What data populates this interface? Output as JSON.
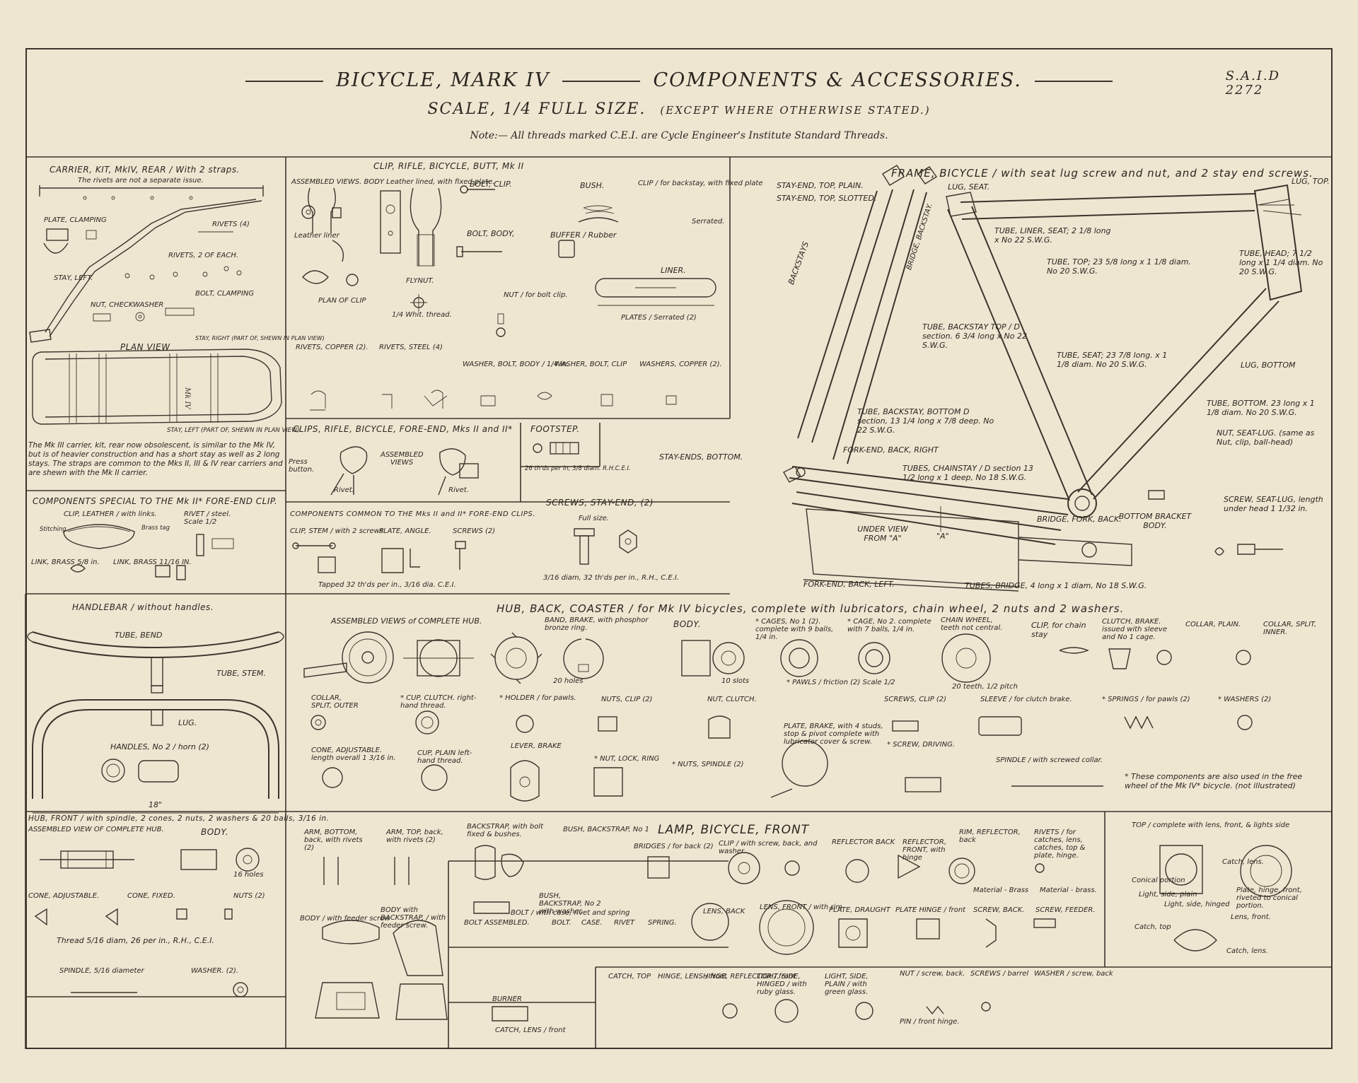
{
  "header": {
    "title_left": "BICYCLE, MARK IV",
    "title_right": "COMPONENTS & ACCESSORIES.",
    "scale": "SCALE, 1/4 FULL SIZE.",
    "scale_exception": "(EXCEPT WHERE OTHERWISE STATED.)",
    "note": "Note:— All threads marked C.E.I. are Cycle Engineer's Institute Standard Threads.",
    "ref_line1": "S.A.I.D",
    "ref_line2": "2272"
  },
  "carrier": {
    "title": "CARRIER, KIT, MkIV, REAR / With 2 straps.",
    "rivets_note": "The rivets are not a separate issue.",
    "labels": [
      "PLATE, CLAMPING",
      "RIVETS (4)",
      "RIVETS, 2 OF EACH.",
      "STAY, LEFT.",
      "NUT, CHECK",
      "WASHER",
      "BOLT, CLAMPING",
      "PLAN VIEW",
      "STAY, RIGHT (PART OF, SHEWN IN PLAN VIEW)",
      "STAY, LEFT (PART OF, SHEWN IN PLAN VIEW)"
    ],
    "footnote": "The Mk III carrier, kit, rear now obsolescent, is similar to the Mk IV, but is of heavier construction and has a short stay as well as 2 long stays. The straps are common to the Mks II, III & IV rear carriers and are shewn with the Mk II carrier."
  },
  "clip_rifle": {
    "title": "CLIP, RIFLE, BICYCLE, BUTT, Mk II",
    "labels": [
      "ASSEMBLED VIEWS. BODY Leather lined, with fixed plate.",
      "BOLT, CLIP.",
      "BUSH.",
      "CLIP / for backstay, with fixed plate",
      "Serrated.",
      "BOLT, BODY,",
      "BUFFER / Rubber",
      "Leather liner",
      "PLAN OF CLIP",
      "FLYNUT.",
      "1/4 Whit. thread.",
      "LINER.",
      "NUT / for bolt clip.",
      "PLATES / Serrated (2)",
      "RIVETS, COPPER (2).",
      "RIVETS, STEEL (4)",
      "WASHER, BOLT, BODY / 1/4 in.",
      "WASHER, BOLT, CLIP",
      "WASHERS, COPPER (2)."
    ]
  },
  "frame": {
    "title": "FRAME, BICYCLE / with seat lug screw and nut, and 2 stay end screws.",
    "labels": [
      "STAY-END, TOP, PLAIN.",
      "STAY-END, TOP, SLOTTED.",
      "LUG, SEAT.",
      "LUG, TOP.",
      "TUBE, LINER, SEAT; 2 1/8 long x No 22 S.W.G.",
      "TUBE, HEAD; 7 1/2 long x 1 1/4 diam. No 20 S.W.G.",
      "TUBE, TOP; 23 5/8 long x 1 1/8 diam. No 20 S.W.G.",
      "BACKSTAYS",
      "BRIDGE, BACKSTAY.",
      "TUBE, BACKSTAY TOP / D section. 6 3/4 long x No 22 S.W.G.",
      "TUBE, SEAT; 23 7/8 long. x 1 1/8 diam. No 20 S.W.G.",
      "LUG, BOTTOM",
      "TUBE, BACKSTAY, BOTTOM D section, 13 1/4 long x 7/8 deep. No 22 S.W.G.",
      "TUBE, BOTTOM. 23 long x 1 1/8 diam. No 20 S.W.G.",
      "FORK-END, BACK, RIGHT",
      "STAY-ENDS, BOTTOM.",
      "TUBES, CHAINSTAY / D section 13 1/2 long x 1 deep, No 18 S.W.G.",
      "NUT, SEAT-LUG. (same as Nut, clip, ball-head)",
      "UNDER VIEW FROM \"A\"",
      "\"A\"",
      "BRIDGE, FORK, BACK.",
      "BOTTOM BRACKET BODY.",
      "SCREW, SEAT-LUG, length under head 1 1/32 in.",
      "FORK-END, BACK, LEFT.",
      "TUBES, BRIDGE, 4 long x 1 diam, No 18 S.W.G."
    ]
  },
  "clips_fore": {
    "title": "CLIPS, RIFLE, BICYCLE, FORE-END, Mks II and II*",
    "labels": [
      "Press button.",
      "ASSEMBLED VIEWS",
      "Rivet.",
      "Rivet."
    ]
  },
  "footstep": {
    "title": "FOOTSTEP.",
    "note": "26 th'ds per in, 3/8 diam. R.H.C.E.I."
  },
  "screws_stay": {
    "title": "SCREWS, STAY-END, (2)",
    "labels": [
      "Full size.",
      "3/16 diam, 32 th'ds per in., R.H., C.E.I."
    ]
  },
  "special": {
    "title": "COMPONENTS SPECIAL TO THE Mk II* FORE-END CLIP.",
    "labels": [
      "CLIP, LEATHER / with links.",
      "Stitching",
      "Brass tag",
      "RIVET / steel. Scale 1/2",
      "LINK, BRASS 5/8 in.",
      "LINK, BRASS 11/16 IN."
    ]
  },
  "common": {
    "title": "COMPONENTS COMMON TO THE Mks II and II* FORE-END CLIPS.",
    "labels": [
      "CLIP, STEM / with 2 screws.",
      "PLATE, ANGLE.",
      "SCREWS (2)",
      "Tapped 32 th'ds per in., 3/16 dia. C.E.I."
    ]
  },
  "handlebar": {
    "title": "HANDLEBAR / without handles.",
    "labels": [
      "TUBE, BEND",
      "TUBE, STEM.",
      "LUG.",
      "HANDLES, No 2 / horn (2)",
      "18\""
    ]
  },
  "hub_back": {
    "title": "HUB, BACK, COASTER / for Mk IV bicycles, complete with lubricators, chain wheel, 2 nuts and 2 washers.",
    "labels": [
      "ASSEMBLED VIEWS of COMPLETE HUB.",
      "BAND, BRAKE, with phosphor bronze ring.",
      "BODY.",
      "* CAGES, No 1 (2). complete with 9 balls, 1/4 in.",
      "* CAGE, No 2. complete with 7 balls, 1/4 in.",
      "CHAIN WHEEL, teeth not central.",
      "CLIP, for chain stay",
      "CLUTCH, BRAKE. issued with sleeve and No 1 cage.",
      "COLLAR, PLAIN.",
      "COLLAR, SPLIT, INNER.",
      "COLLAR, SPLIT, OUTER",
      "* CUP, CLUTCH. right-hand thread.",
      "* HOLDER / for pawls.",
      "NUTS, CLIP (2)",
      "NUT, CLUTCH.",
      "PLATE, BRAKE, with 4 studs, stop & pivot complete with lubricator cover & screw.",
      "SCREWS, CLIP (2)",
      "SLEEVE / for clutch brake.",
      "* SPRINGS / for pawls (2)",
      "* WASHERS (2)",
      "CONE, ADJUSTABLE. length overall 1 3/16 in.",
      "CUP, PLAIN left-hand thread.",
      "LEVER, BRAKE",
      "* NUT, LOCK, RING",
      "* NUTS, SPINDLE (2)",
      "* SCREW, DRIVING.",
      "SPINDLE / with screwed collar.",
      "* These components are also used in the free wheel of the Mk IV* bicycle. (not illustrated)",
      "20 holes",
      "10 slots",
      "20 teeth, 1/2 pitch",
      "* PAWLS / friction (2) Scale 1/2"
    ]
  },
  "hub_front": {
    "title": "HUB, FRONT / with spindle, 2 cones, 2 nuts, 2 washers & 20 balls, 3/16 in.",
    "labels": [
      "ASSEMBLED VIEW OF COMPLETE HUB.",
      "BODY.",
      "CONE, ADJUSTABLE.",
      "CONE, FIXED.",
      "NUTS (2)",
      "Thread 5/16 diam, 26 per in., R.H., C.E.I.",
      "SPINDLE, 5/16 diameter",
      "WASHER. (2).",
      "16 holes"
    ]
  },
  "lamp": {
    "title": "LAMP, BICYCLE, FRONT",
    "labels": [
      "ARM, BOTTOM, back, with rivets (2)",
      "ARM, TOP, back, with rivets (2)",
      "BACKSTRAP, with bolt fixed & bushes.",
      "BUSH, BACKSTRAP, No 1",
      "BRIDGES / for back (2)",
      "CLIP / with screw, back, and washer",
      "REFLECTOR BACK",
      "REFLECTOR, FRONT, with hinge",
      "RIM, REFLECTOR, back",
      "RIVETS / for catches, lens, catches, top & plate, hinge.",
      "TOP / complete with lens, front, & lights side",
      "BODY / with feeder screw",
      "BODY with BACKSTRAP, / with feeder screw.",
      "BUSH, BACKSTRAP, No 2 with washer.",
      "BOLT / with case, rivet and spring",
      "BOLT ASSEMBLED.",
      "BOLT.",
      "CASE.",
      "RIVET",
      "SPRING.",
      "LENS, BACK",
      "LENS, FRONT / with rim",
      "PLATE, DRAUGHT",
      "PLATE HINGE / front",
      "SCREW, BACK.",
      "SCREW, FEEDER.",
      "BURNER",
      "CATCH, TOP",
      "HINGE, LENS / front",
      "HINGE, REFLECTOR / front",
      "LIGHT, SIDE, HINGED / with ruby glass.",
      "LIGHT, SIDE, PLAIN / with green glass.",
      "NUT / screw, back.",
      "PIN / front hinge.",
      "SCREWS / barrel",
      "WASHER / screw, back",
      "CATCH, LENS / front",
      "Catch, lens.",
      "Light, side, plain",
      "Light, side, hinged",
      "Lens, front.",
      "Catch, top",
      "Catch, lens.",
      "Plate, hinge, front, riveted to conical portion.",
      "Conical portion",
      "Material - Brass",
      "Material - brass."
    ]
  }
}
